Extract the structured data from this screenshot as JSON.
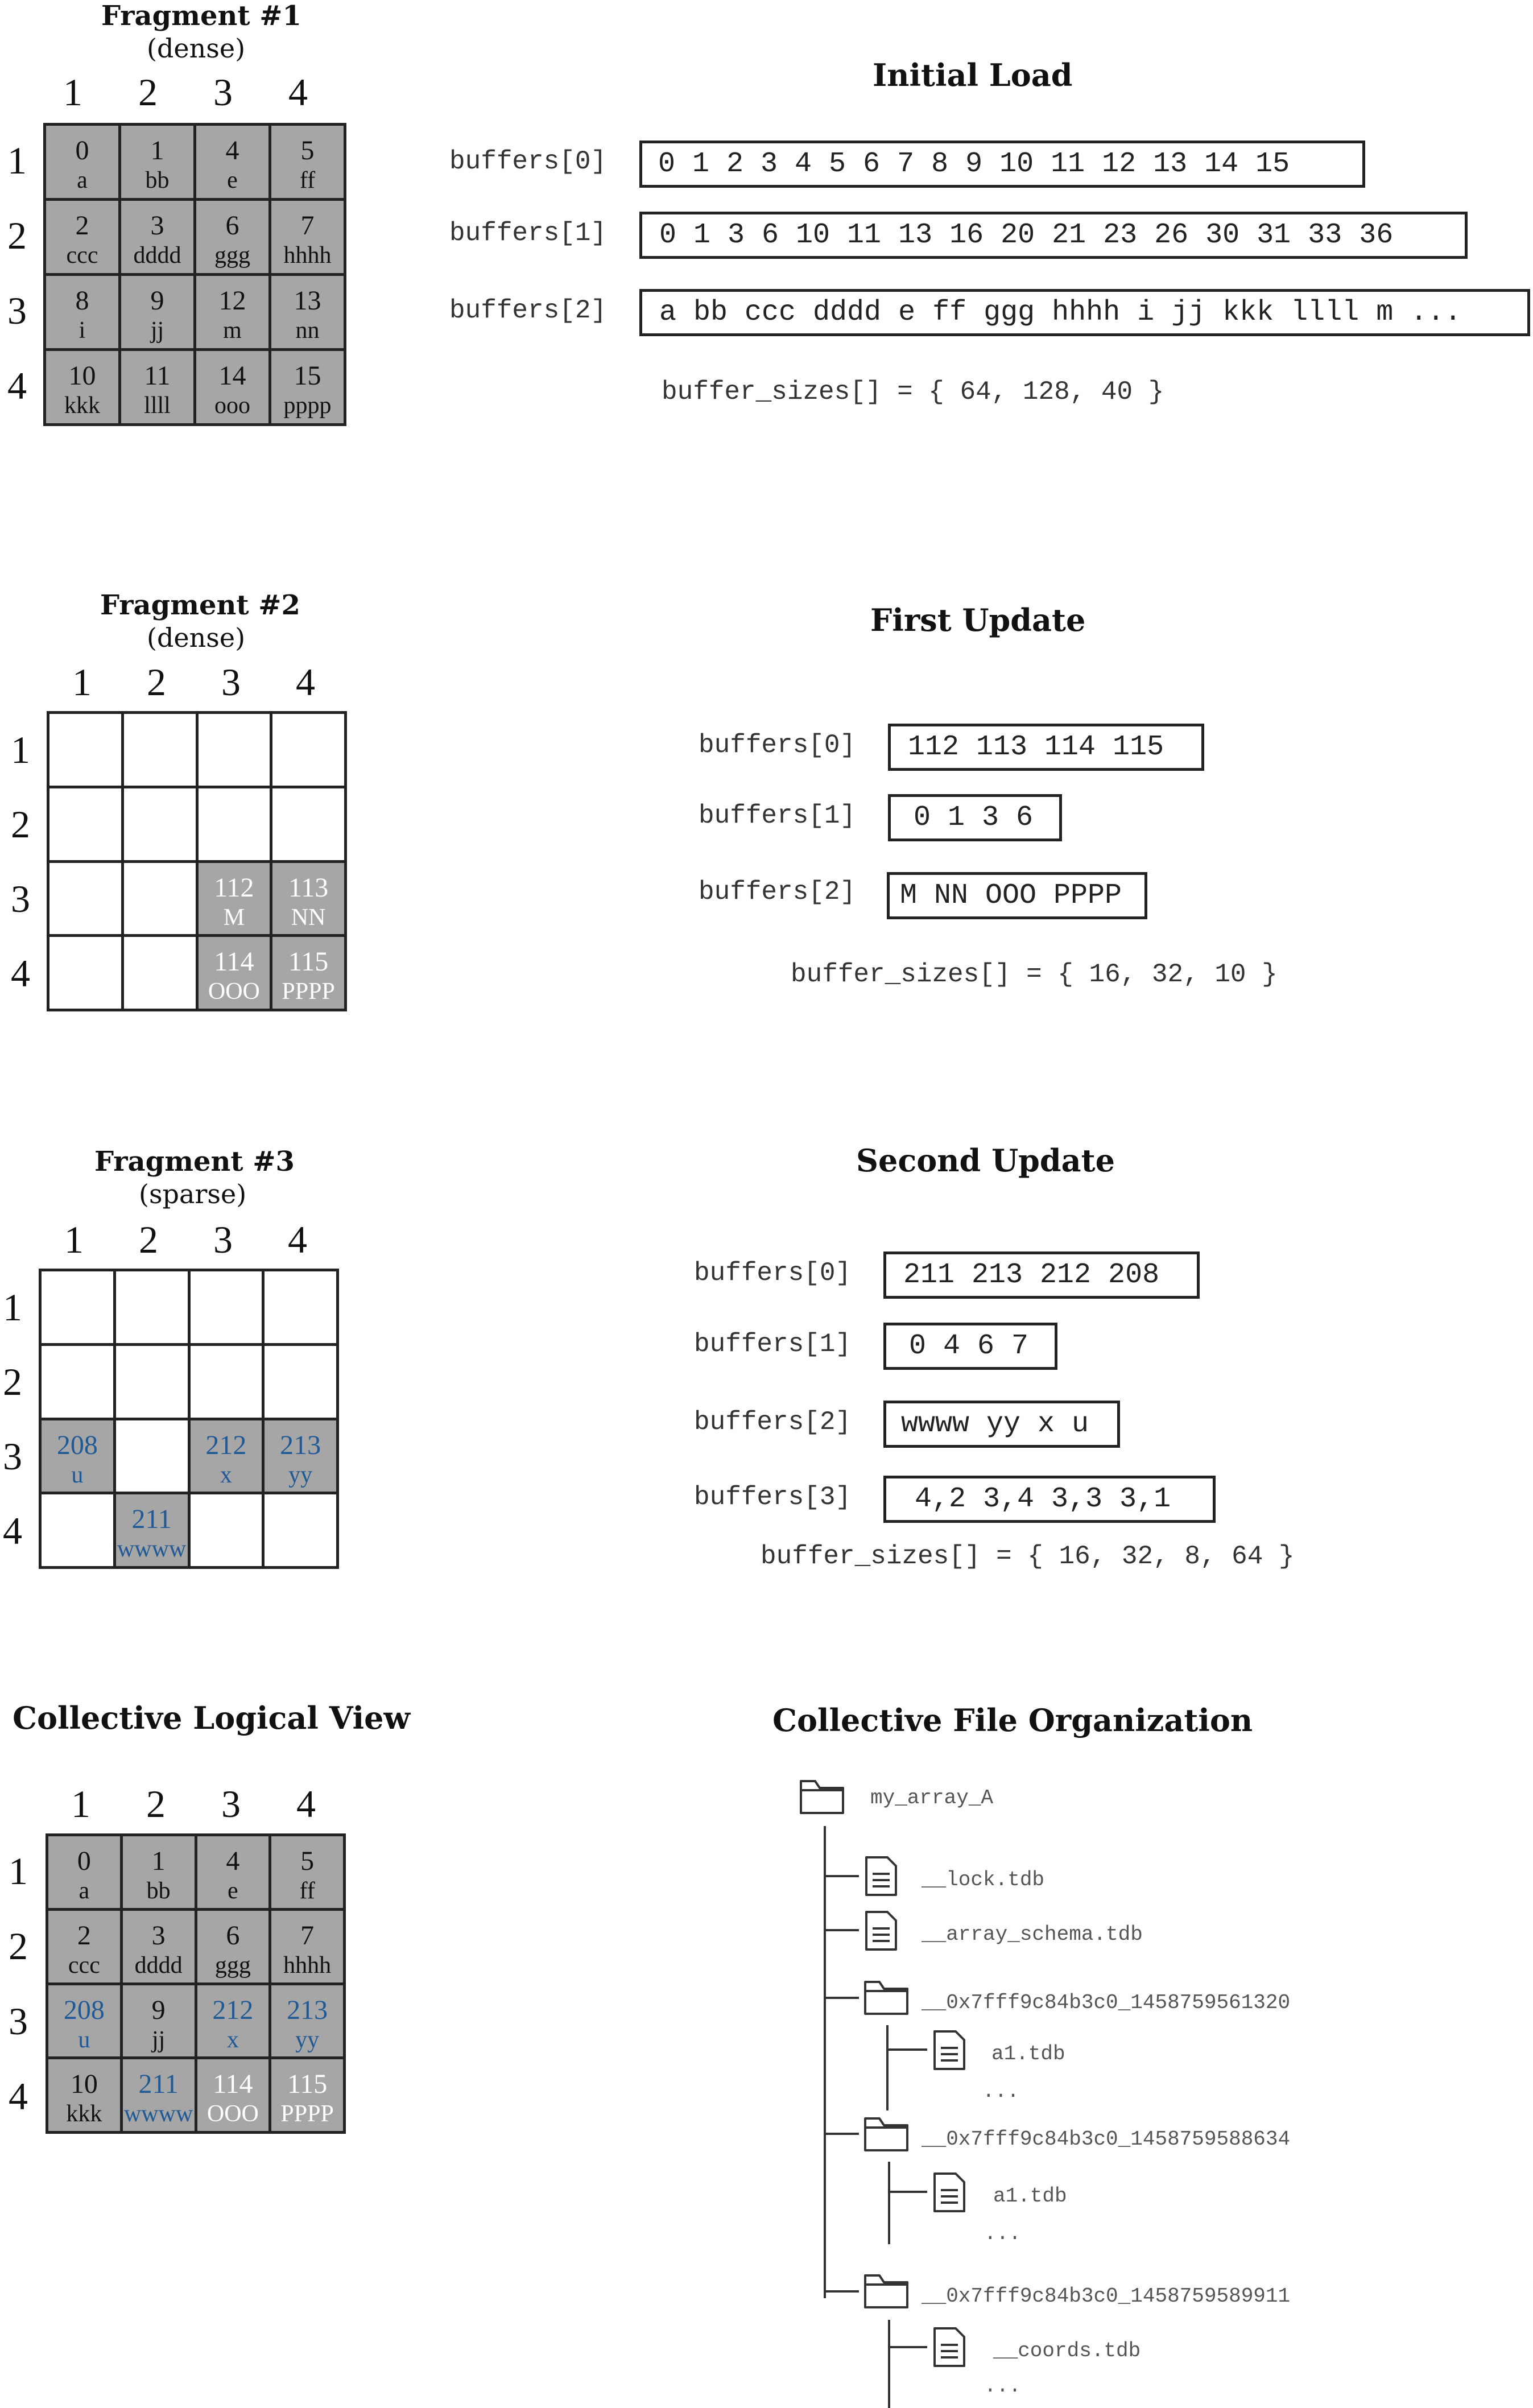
{
  "axis_labels": [
    "1",
    "2",
    "3",
    "4"
  ],
  "fragment1": {
    "title": "Fragment #1",
    "subtitle": "(dense)",
    "cells": [
      {
        "r": 1,
        "c": 1,
        "v": "0",
        "t": "a",
        "color": "black"
      },
      {
        "r": 1,
        "c": 2,
        "v": "1",
        "t": "bb",
        "color": "black"
      },
      {
        "r": 1,
        "c": 3,
        "v": "4",
        "t": "e",
        "color": "black"
      },
      {
        "r": 1,
        "c": 4,
        "v": "5",
        "t": "ff",
        "color": "black"
      },
      {
        "r": 2,
        "c": 1,
        "v": "2",
        "t": "ccc",
        "color": "black"
      },
      {
        "r": 2,
        "c": 2,
        "v": "3",
        "t": "dddd",
        "color": "black"
      },
      {
        "r": 2,
        "c": 3,
        "v": "6",
        "t": "ggg",
        "color": "black"
      },
      {
        "r": 2,
        "c": 4,
        "v": "7",
        "t": "hhhh",
        "color": "black"
      },
      {
        "r": 3,
        "c": 1,
        "v": "8",
        "t": "i",
        "color": "black"
      },
      {
        "r": 3,
        "c": 2,
        "v": "9",
        "t": "jj",
        "color": "black"
      },
      {
        "r": 3,
        "c": 3,
        "v": "12",
        "t": "m",
        "color": "black"
      },
      {
        "r": 3,
        "c": 4,
        "v": "13",
        "t": "nn",
        "color": "black"
      },
      {
        "r": 4,
        "c": 1,
        "v": "10",
        "t": "kkk",
        "color": "black"
      },
      {
        "r": 4,
        "c": 2,
        "v": "11",
        "t": "llll",
        "color": "black"
      },
      {
        "r": 4,
        "c": 3,
        "v": "14",
        "t": "ooo",
        "color": "black"
      },
      {
        "r": 4,
        "c": 4,
        "v": "15",
        "t": "pppp",
        "color": "black"
      }
    ]
  },
  "initial_load": {
    "title": "Initial Load",
    "buffers": [
      {
        "label": "buffers[0]",
        "value": "0 1 2 3 4 5 6 7 8 9 10 11 12 13 14 15"
      },
      {
        "label": "buffers[1]",
        "value": "0 1 3 6 10 11 13 16 20 21 23 26 30 31 33 36"
      },
      {
        "label": "buffers[2]",
        "value": "a bb ccc dddd e ff ggg hhhh i jj kkk llll m ..."
      }
    ],
    "buffer_sizes": "buffer_sizes[] = { 64, 128, 40 }"
  },
  "fragment2": {
    "title": "Fragment #2",
    "subtitle": "(dense)",
    "cells": [
      {
        "r": 3,
        "c": 3,
        "v": "112",
        "t": "M",
        "color": "white"
      },
      {
        "r": 3,
        "c": 4,
        "v": "113",
        "t": "NN",
        "color": "white"
      },
      {
        "r": 4,
        "c": 3,
        "v": "114",
        "t": "OOO",
        "color": "white"
      },
      {
        "r": 4,
        "c": 4,
        "v": "115",
        "t": "PPPP",
        "color": "white"
      }
    ]
  },
  "first_update": {
    "title": "First Update",
    "buffers": [
      {
        "label": "buffers[0]",
        "value": "112 113 114 115"
      },
      {
        "label": "buffers[1]",
        "value": "0 1 3 6"
      },
      {
        "label": "buffers[2]",
        "value": "M NN OOO PPPP"
      }
    ],
    "buffer_sizes": "buffer_sizes[] = { 16, 32, 10 }"
  },
  "fragment3": {
    "title": "Fragment #3",
    "subtitle": "(sparse)",
    "cells": [
      {
        "r": 3,
        "c": 1,
        "v": "208",
        "t": "u",
        "color": "blue"
      },
      {
        "r": 3,
        "c": 3,
        "v": "212",
        "t": "x",
        "color": "blue"
      },
      {
        "r": 3,
        "c": 4,
        "v": "213",
        "t": "yy",
        "color": "blue"
      },
      {
        "r": 4,
        "c": 2,
        "v": "211",
        "t": "wwww",
        "color": "blue"
      }
    ]
  },
  "second_update": {
    "title": "Second Update",
    "buffers": [
      {
        "label": "buffers[0]",
        "value": "211 213 212 208"
      },
      {
        "label": "buffers[1]",
        "value": "0 4 6 7"
      },
      {
        "label": "buffers[2]",
        "value": "wwww yy x u"
      },
      {
        "label": "buffers[3]",
        "value": "4,2 3,4 3,3 3,1"
      }
    ],
    "buffer_sizes": "buffer_sizes[] = { 16, 32, 8, 64 }"
  },
  "collective_view": {
    "title": "Collective Logical View",
    "cells": [
      {
        "r": 1,
        "c": 1,
        "v": "0",
        "t": "a",
        "color": "black"
      },
      {
        "r": 1,
        "c": 2,
        "v": "1",
        "t": "bb",
        "color": "black"
      },
      {
        "r": 1,
        "c": 3,
        "v": "4",
        "t": "e",
        "color": "black"
      },
      {
        "r": 1,
        "c": 4,
        "v": "5",
        "t": "ff",
        "color": "black"
      },
      {
        "r": 2,
        "c": 1,
        "v": "2",
        "t": "ccc",
        "color": "black"
      },
      {
        "r": 2,
        "c": 2,
        "v": "3",
        "t": "dddd",
        "color": "black"
      },
      {
        "r": 2,
        "c": 3,
        "v": "6",
        "t": "ggg",
        "color": "black"
      },
      {
        "r": 2,
        "c": 4,
        "v": "7",
        "t": "hhhh",
        "color": "black"
      },
      {
        "r": 3,
        "c": 1,
        "v": "208",
        "t": "u",
        "color": "blue"
      },
      {
        "r": 3,
        "c": 2,
        "v": "9",
        "t": "jj",
        "color": "black"
      },
      {
        "r": 3,
        "c": 3,
        "v": "212",
        "t": "x",
        "color": "blue"
      },
      {
        "r": 3,
        "c": 4,
        "v": "213",
        "t": "yy",
        "color": "blue"
      },
      {
        "r": 4,
        "c": 1,
        "v": "10",
        "t": "kkk",
        "color": "black"
      },
      {
        "r": 4,
        "c": 2,
        "v": "211",
        "t": "wwww",
        "color": "blue"
      },
      {
        "r": 4,
        "c": 3,
        "v": "114",
        "t": "OOO",
        "color": "white"
      },
      {
        "r": 4,
        "c": 4,
        "v": "115",
        "t": "PPPP",
        "color": "white"
      }
    ]
  },
  "file_org": {
    "title": "Collective File Organization",
    "root": "my_array_A",
    "lock": "__lock.tdb",
    "schema": "__array_schema.tdb",
    "frag1_dir": "__0x7fff9c84b3c0_1458759561320",
    "frag1_file": "a1.tdb",
    "frag2_dir": "__0x7fff9c84b3c0_1458759588634",
    "frag2_file": "a1.tdb",
    "frag3_dir": "__0x7fff9c84b3c0_1458759589911",
    "frag3_file": "__coords.tdb",
    "ellipsis": "..."
  },
  "colors": {
    "cell_fill": "#a6a6a6",
    "grid_line": "#222222",
    "blue_text": "#1f5a96",
    "white_text": "#ffffff"
  }
}
